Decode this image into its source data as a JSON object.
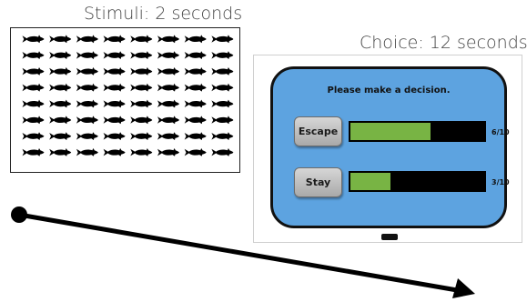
{
  "stimuli": {
    "caption": "Stimuli: 2 seconds",
    "rows": 8,
    "cols": 8,
    "icon": "fish-silhouette-icon"
  },
  "choice": {
    "caption": "Choice: 12 seconds",
    "prompt": "Please make a decision.",
    "options": [
      {
        "label": "Escape",
        "count": "6/10",
        "fill_fraction": 0.6
      },
      {
        "label": "Stay",
        "count": "3/10",
        "fill_fraction": 0.3
      }
    ],
    "colors": {
      "screen": "#5da3e0",
      "bar_fill": "#78b444",
      "bar_track": "#000000"
    }
  },
  "timeline": {
    "icon": "time-arrow-icon"
  }
}
